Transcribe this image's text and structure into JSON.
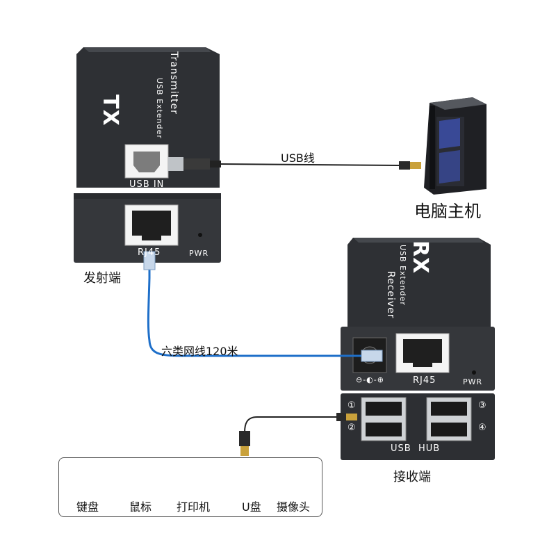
{
  "transmitter": {
    "mark": "TX",
    "line1": "USB Extender",
    "line2": "Transmitter",
    "usb_in_label": "USB IN",
    "rj45_label": "RJ45",
    "pwr_label": "PWR",
    "role_label": "发射端"
  },
  "receiver": {
    "mark": "RX",
    "line1": "USB Extender",
    "line2": "Receiver",
    "rj45_label": "RJ45",
    "pwr_label": "PWR",
    "hub_label": "USB  HUB",
    "role_label": "接收端",
    "port_numbers": [
      "①",
      "②",
      "③",
      "④"
    ]
  },
  "usb_cable_label": "USB线",
  "computer_label": "电脑主机",
  "network_cable_label": "六类网线120米",
  "devices": [
    {
      "label": "键盘"
    },
    {
      "label": "鼠标"
    },
    {
      "label": "打印机"
    },
    {
      "label": "U盘"
    },
    {
      "label": "摄像头"
    }
  ],
  "colors": {
    "device_body": "#2b2d31",
    "device_front": "#3a3c40",
    "network_cable": "#1e6fc9",
    "usb_cable": "#222222",
    "usb_plug": "#c9a13b"
  }
}
